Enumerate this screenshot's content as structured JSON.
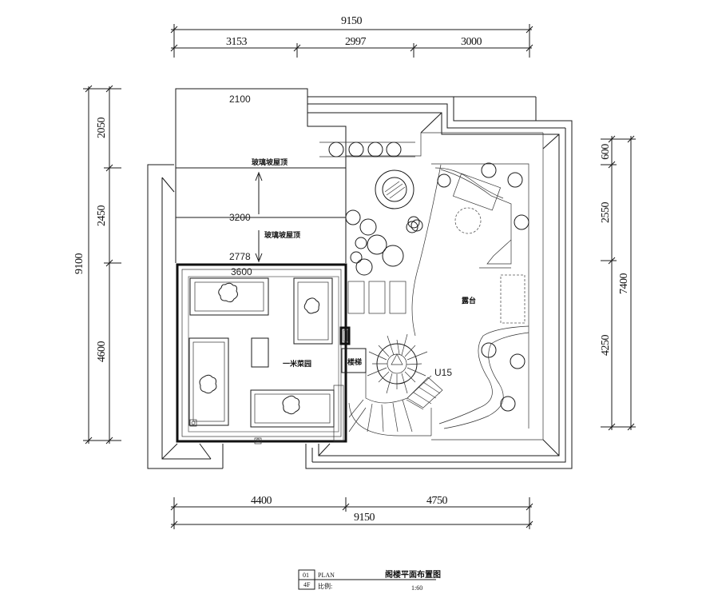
{
  "dimensions": {
    "top_total": "9150",
    "top_seg1": "3153",
    "top_seg2": "2997",
    "top_seg3": "3000",
    "bottom_seg1": "4400",
    "bottom_seg2": "4750",
    "bottom_total": "9150",
    "left_total": "9100",
    "left_seg1": "2050",
    "left_seg2": "2450",
    "left_seg3": "4600",
    "right_total": "7400",
    "right_seg1": "600",
    "right_seg2": "2550",
    "right_seg3": "4250"
  },
  "annotations": {
    "width_2100": "2100",
    "width_3200": "3200",
    "width_2778": "2778",
    "width_3600": "3600",
    "stair_code": "U15"
  },
  "rooms": {
    "glass_roof_1": "玻璃坡屋顶",
    "glass_roof_2": "玻璃坡屋顶",
    "vegetable_garden": "一米菜园",
    "stairs": "楼梯",
    "terrace": "露台"
  },
  "title_block": {
    "index_top": "01",
    "index_bottom": "4F",
    "plan_label": "PLAN",
    "drawing_title": "阁楼平面布置图",
    "scale_label": "比例:",
    "scale_value": "1:60"
  }
}
